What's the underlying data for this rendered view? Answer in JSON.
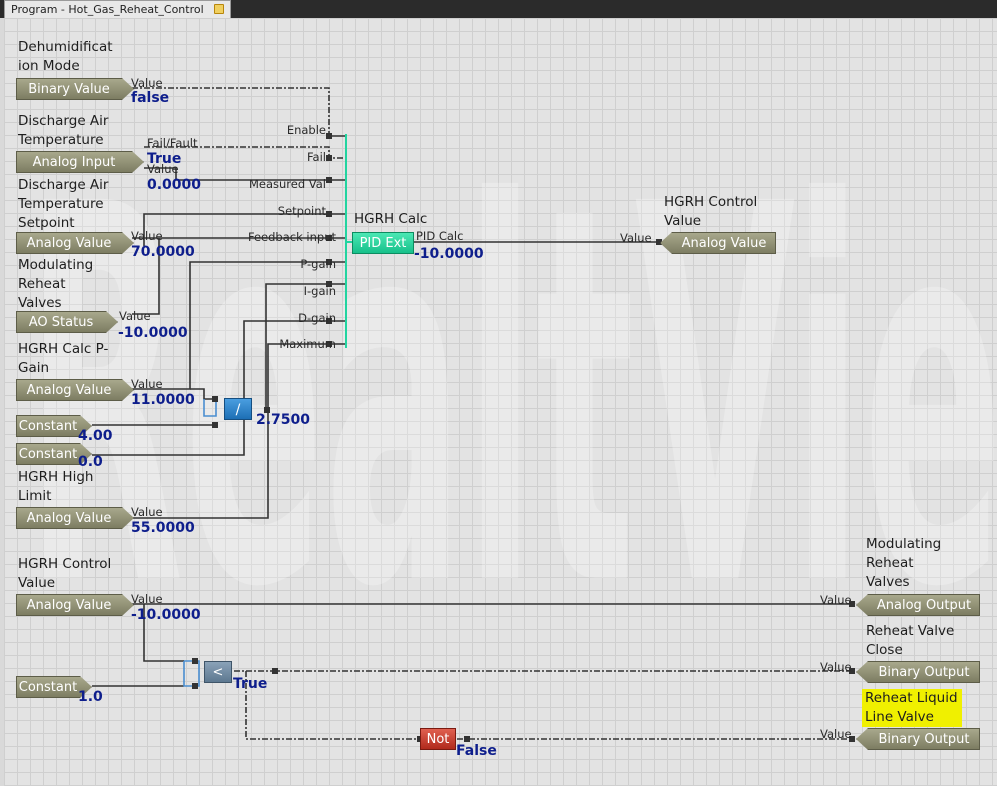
{
  "tab": {
    "title": "Program - Hot_Gas_Reheat_Control"
  },
  "watermark": {
    "text": "RealtViewW"
  },
  "labels": {
    "dehum": "Dehumidificat\nion Mode",
    "dat": "Discharge Air\nTemperature",
    "dasp": "Discharge Air\nTemperature\nSetpoint",
    "modrv": "Modulating\nReheat\nValves",
    "pgain": "HGRH Calc P-\nGain",
    "hilim": "HGRH High\nLimit",
    "hgrhcalc": "HGRH Calc",
    "hgrhctrl_top": "HGRH Control\nValue",
    "hgrhctrl_bot": "HGRH Control\nValue",
    "modrv_out": "Modulating\nReheat\nValves",
    "rvclose": "Reheat Valve\nClose",
    "rliquid": "Reheat Liquid\nLine Valve"
  },
  "blocks": {
    "bv_dehum": "Binary Value",
    "ai_dat": "Analog Input",
    "av_dasp": "Analog Value",
    "ao_status": "AO Status",
    "av_pgain": "Analog Value",
    "const_4": "Constant",
    "const_0": "Constant",
    "av_hilim": "Analog Value",
    "pid": "PID Ext",
    "av_hgrh_top": "Analog Value",
    "divide": "/",
    "av_hgrh_bot": "Analog Value",
    "const_1": "Constant",
    "less": "<",
    "not": "Not",
    "ao_modrv": "Analog Output",
    "bo_rvclose": "Binary Output",
    "bo_rliquid": "Binary Output"
  },
  "pins": {
    "value": "Value",
    "failfault": "Fail/Fault",
    "enable": "Enable",
    "fail": "Fail",
    "measured": "Measured Val",
    "setpoint": "Setpoint",
    "feedback": "Feedback input",
    "pgain": "P-gain",
    "igain": "I-gain",
    "dgain": "D-gain",
    "maximum": "Maximum",
    "pidcalc": "PID Calc"
  },
  "values": {
    "dehum": "false",
    "dat_fault": "True",
    "dat_value": "0.0000",
    "dasp": "70.0000",
    "ao_status": "-10.0000",
    "pgain": "11.0000",
    "const_4": "4.00",
    "const_0": "0.0",
    "divide": "2.7500",
    "hilim": "55.0000",
    "pid": "-10.0000",
    "hgrh_bot": "-10.0000",
    "const_1": "1.0",
    "less": "True",
    "not": "False"
  },
  "colors": {
    "value_text": "#0e1e8c",
    "pid_bus": "#22d4a0",
    "block": "#8f8f72",
    "highlight": "#f0f000"
  }
}
